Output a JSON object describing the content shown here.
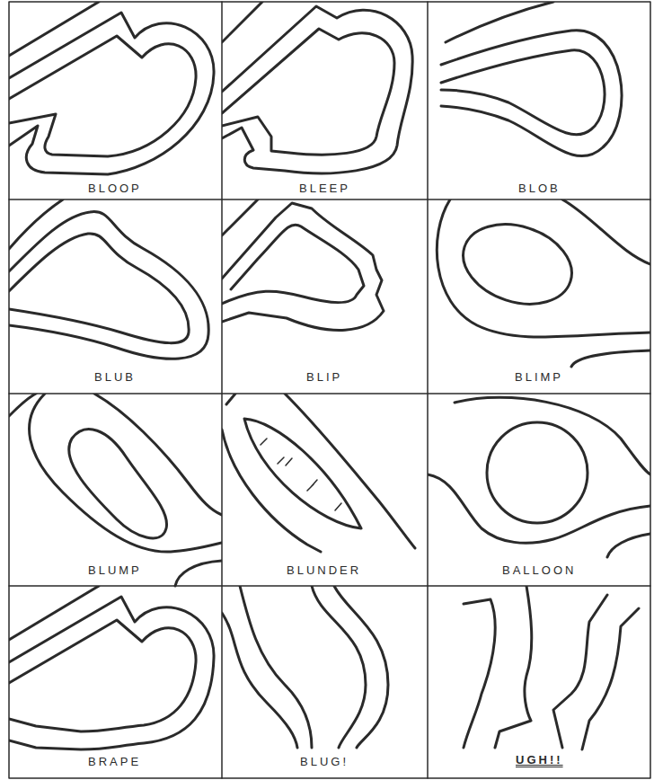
{
  "diagram": {
    "labels": [
      "BLOOP",
      "BLEEP",
      "BLOB",
      "BLUB",
      "BLIP",
      "BLIMP",
      "BLUMP",
      "BLUNDER",
      "BALLOON",
      "BRAPE",
      "BLUG!",
      "UGH!!"
    ]
  }
}
